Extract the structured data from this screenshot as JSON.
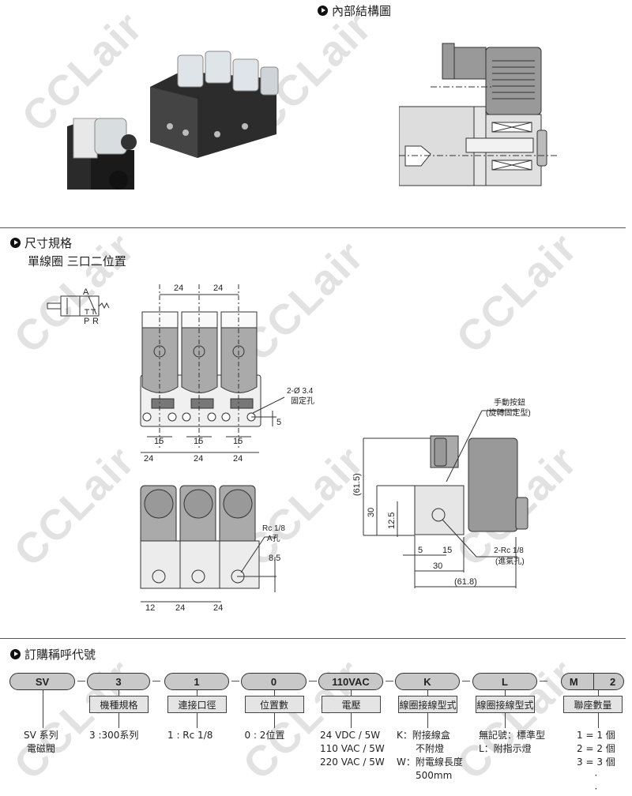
{
  "watermark": "CCLair",
  "sections": {
    "internal": {
      "title": "內部結構圖"
    },
    "dimensions": {
      "title": "尺寸規格",
      "subtitle": "單線圈 三口二位置"
    },
    "ordering": {
      "title": "訂購稱呼代號"
    }
  },
  "symbol": {
    "port_a": "A",
    "port_p": "P",
    "port_r": "R"
  },
  "front_view": {
    "pitch_top": [
      "24",
      "24"
    ],
    "hole_label": [
      "2-Ø 3.4",
      "固定孔"
    ],
    "dim_5": "5",
    "dim_15": [
      "15",
      "15",
      "15"
    ],
    "dim_24": [
      "24",
      "24",
      "24"
    ]
  },
  "bottom_view": {
    "port_label": [
      "Rc 1/8",
      "A孔"
    ],
    "dim_85": "8.5",
    "dims": [
      "12",
      "24",
      "24"
    ]
  },
  "side_view": {
    "button_label": [
      "手動按鈕",
      "(旋轉固定型)"
    ],
    "height_total": "(61.5)",
    "height_body": "30",
    "height_port": "12.5",
    "dim_5": "5",
    "dim_15": "15",
    "width_body": "30",
    "width_total": "(61.8)",
    "port_label": [
      "2-Rc 1/8",
      "(進氣孔)"
    ]
  },
  "order_code": [
    {
      "code": "SV",
      "label": null,
      "desc": [
        "SV 系列",
        "電磁閥"
      ]
    },
    {
      "code": "3",
      "label": "機種規格",
      "desc": [
        "3 :300系列"
      ]
    },
    {
      "code": "1",
      "label": "連接口徑",
      "desc": [
        "1 : Rc 1/8"
      ]
    },
    {
      "code": "0",
      "label": "位置數",
      "desc": [
        "0 : 2位置"
      ]
    },
    {
      "code": "110VAC",
      "label": "電壓",
      "desc": [
        "24  VDC / 5W",
        "110  VAC / 5W",
        "220  VAC / 5W"
      ]
    },
    {
      "code": "K",
      "label": "線圈接線型式",
      "desc": [
        "K：附接線盒",
        "　　不附燈",
        "W：附電線長度",
        "　　500mm"
      ]
    },
    {
      "code": "L",
      "label": "線圈接線型式",
      "desc": [
        "無記號：標準型",
        "L：附指示燈"
      ]
    },
    {
      "code": "M",
      "code2": "2",
      "label": "聯座數量",
      "desc": [
        "1 = 1 個",
        "2 = 2 個",
        "3 = 3 個",
        "·",
        "·"
      ]
    }
  ]
}
